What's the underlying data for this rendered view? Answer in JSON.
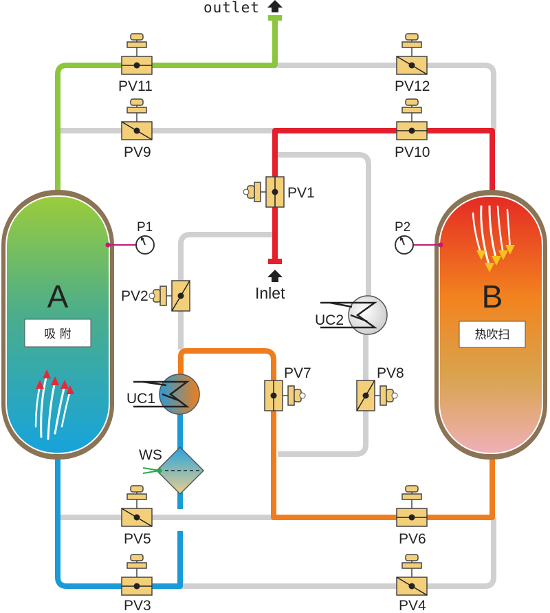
{
  "outlet_label": "outlet",
  "inlet_label": "Inlet",
  "vessel_a": {
    "letter": "A",
    "mode": "吸 附"
  },
  "vessel_b": {
    "letter": "B",
    "mode": "热吹扫"
  },
  "gauges": {
    "p1": "P1",
    "p2": "P2"
  },
  "valves": {
    "pv1": "PV1",
    "pv2": "PV2",
    "pv3": "PV3",
    "pv4": "PV4",
    "pv5": "PV5",
    "pv6": "PV6",
    "pv7": "PV7",
    "pv8": "PV8",
    "pv9": "PV9",
    "pv10": "PV10",
    "pv11": "PV11",
    "pv12": "PV12"
  },
  "coolers": {
    "uc1": "UC1",
    "uc2": "UC2"
  },
  "separator": "WS",
  "colors": {
    "green": "#8cc63e",
    "red": "#e3202b",
    "orange": "#ef7d1d",
    "blue": "#1a9ad6",
    "gray": "#d0d0d0",
    "valve": "#f3cf7a",
    "vessel_shell": "#8b7355"
  }
}
